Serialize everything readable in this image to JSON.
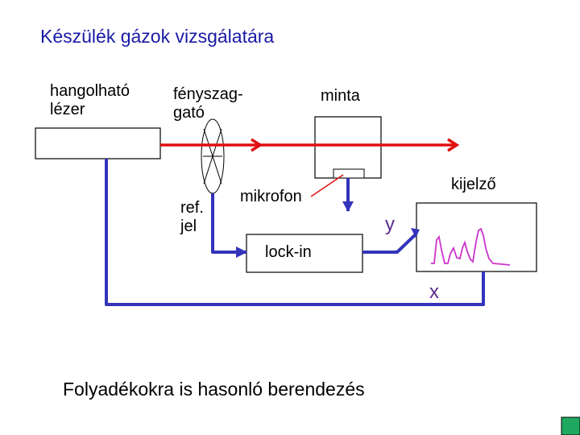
{
  "title": "Készülék gázok vizsgálatára",
  "labels": {
    "laser": "hangolható\nlézer",
    "chopper": "fényszag-\ngató",
    "sample": "minta",
    "display": "kijelző",
    "microphone": "mikrofon",
    "reference": "ref.\njel",
    "lockin": "lock-in",
    "y_axis": "y",
    "x_axis": "x"
  },
  "footer": "Folyadékokra is hasonló berendezés",
  "colors": {
    "title": "#1a1aa6",
    "laser_beam": "#e01010",
    "signal_lines": "#3333bb",
    "display_trace": "#cc33cc",
    "axis_labels": "#5a2a8a",
    "corner_marker": "#1fa860"
  }
}
